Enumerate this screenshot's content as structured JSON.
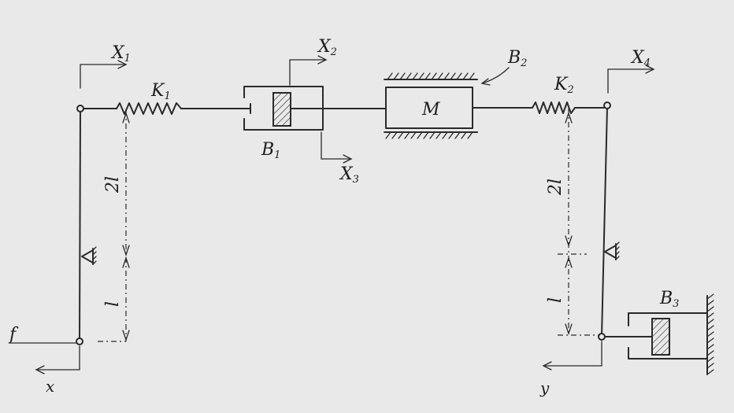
{
  "labels": {
    "x1": {
      "main": "X",
      "sub": "1"
    },
    "x2": {
      "main": "X",
      "sub": "2"
    },
    "x3": {
      "main": "X",
      "sub": "3"
    },
    "x4": {
      "main": "X",
      "sub": "4"
    },
    "k1": {
      "main": "K",
      "sub": "1"
    },
    "k2": {
      "main": "K",
      "sub": "2"
    },
    "b1": {
      "main": "B",
      "sub": "1"
    },
    "b2": {
      "main": "B",
      "sub": "2"
    },
    "b3": {
      "main": "B",
      "sub": "3"
    },
    "mass": "M",
    "force": "f",
    "x_input": "x",
    "y_output": "y",
    "len_2l_left": "2l",
    "len_l_left": "l",
    "len_2l_right": "2l",
    "len_l_right": "l"
  },
  "colors": {
    "ink": "#2a2a2a",
    "paper": "#e9e9e9"
  }
}
